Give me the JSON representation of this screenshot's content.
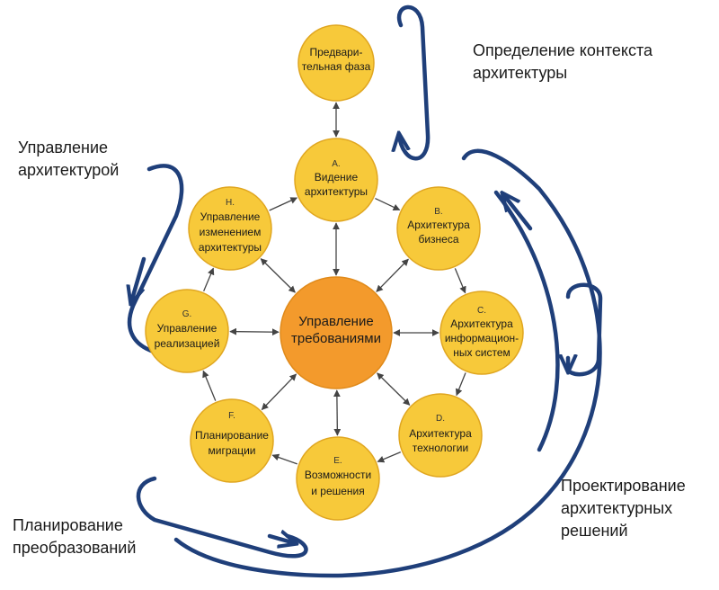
{
  "colors": {
    "node_fill": "#f7c93a",
    "node_stroke": "#e0a620",
    "center_fill": "#f39a2c",
    "center_stroke": "#e08a1a",
    "connector": "#444444",
    "cycle_arrow": "#1f3f7a"
  },
  "nodes": {
    "prelim": {
      "lines": [
        "Предвари-",
        "тельная фаза"
      ]
    },
    "a": {
      "letter": "A.",
      "lines": [
        "Видение",
        "архитектуры"
      ]
    },
    "b": {
      "letter": "B.",
      "lines": [
        "Архитектура",
        "бизнеса"
      ]
    },
    "c": {
      "letter": "C.",
      "lines": [
        "Архитектура",
        "информацион-",
        "ных систем"
      ]
    },
    "d": {
      "letter": "D.",
      "lines": [
        "Архитектура",
        "технологии"
      ]
    },
    "e": {
      "letter": "E.",
      "lines": [
        "Возможности",
        "и решения"
      ]
    },
    "f": {
      "letter": "F.",
      "lines": [
        "Планирование",
        "миграции"
      ]
    },
    "g": {
      "letter": "G.",
      "lines": [
        "Управление",
        "реализацией"
      ]
    },
    "h": {
      "letter": "H.",
      "lines": [
        "Управление",
        "изменением",
        "архитектуры"
      ]
    },
    "center": {
      "lines": [
        "Управление",
        "требованиями"
      ]
    }
  },
  "labels": {
    "context": [
      "Определение контекста",
      "архитектуры"
    ],
    "governance": [
      "Управление",
      "архитектурой"
    ],
    "planning": [
      "Планирование",
      "преобразований"
    ],
    "design": [
      "Проектирование",
      "архитектурных",
      "решений"
    ]
  }
}
